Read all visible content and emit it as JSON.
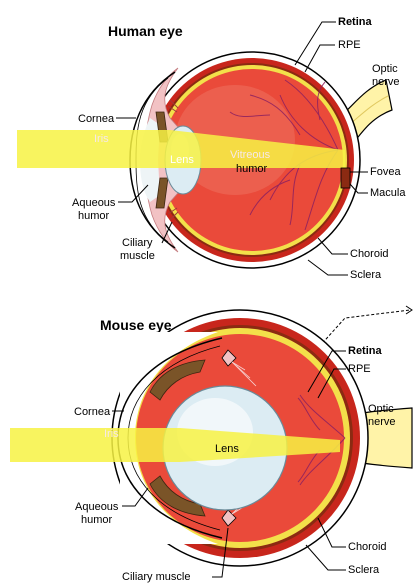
{
  "colors": {
    "sclera": "#ffffff",
    "choroid": "#c8261c",
    "rpe": "#8b2a12",
    "retina": "#f3e04a",
    "vitreous": "#ea4a3a",
    "light_beam": "#f7f243",
    "lens": "#dcecf3",
    "iris": "#7a5428",
    "cornea_tissue": "#f2c2c4",
    "nerve": "#fff3a8"
  },
  "human": {
    "title": "Human eye",
    "labels": {
      "retina": "Retina",
      "rpe": "RPE",
      "optic_nerve_1": "Optic",
      "optic_nerve_2": "nerve",
      "fovea": "Fovea",
      "macula": "Macula",
      "choroid": "Choroid",
      "sclera": "Sclera",
      "cornea": "Cornea",
      "iris": "Iris",
      "lens": "Lens",
      "vitreous_1": "Vitreous",
      "vitreous_2": "humor",
      "aqueous_1": "Aqueous",
      "aqueous_2": "humor",
      "ciliary_1": "Ciliary",
      "ciliary_2": "muscle"
    }
  },
  "mouse": {
    "title": "Mouse eye",
    "labels": {
      "retina": "Retina",
      "rpe": "RPE",
      "optic_nerve_1": "Optic",
      "optic_nerve_2": "nerve",
      "cornea": "Cornea",
      "iris": "Iris",
      "lens": "Lens",
      "aqueous_1": "Aqueous",
      "aqueous_2": "humor",
      "choroid": "Choroid",
      "sclera": "Sclera",
      "ciliary": "Ciliary muscle"
    }
  }
}
